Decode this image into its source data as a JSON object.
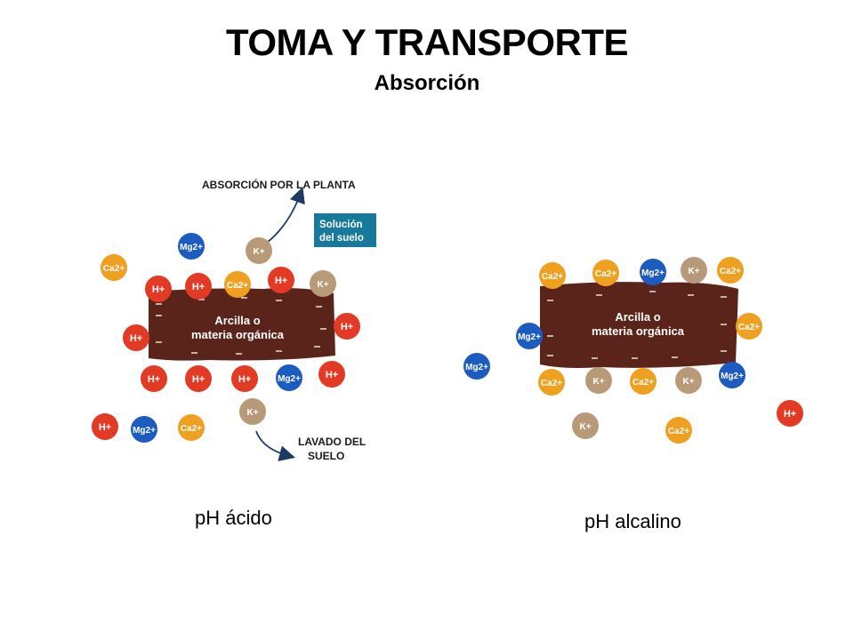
{
  "title": "TOMA Y TRANSPORTE",
  "subtitle": "Absorción",
  "colors": {
    "hydrogen": "#e23a24",
    "calcium": "#f0a020",
    "magnesium": "#1c5bbf",
    "potassium": "#b89a78",
    "clay": "#5a241a",
    "solution_box": "#17799c",
    "arrow": "#1d3a66"
  },
  "acid_panel": {
    "label_absorption": "ABSORCIÓN POR LA PLANTA",
    "solution_label_line1": "Solución",
    "solution_label_line2": "del suelo",
    "clay_line1": "Arcilla o",
    "clay_line2": "materia orgánica",
    "label_leaching_line1": "LAVADO DEL",
    "label_leaching_line2": "SUELO",
    "caption": "pH ácido",
    "ions": [
      "Ca2+",
      "Mg2+",
      "K+",
      "H+",
      "H+",
      "Ca2+",
      "H+",
      "K+",
      "H+",
      "H+",
      "H+",
      "H+",
      "H+",
      "Mg2+",
      "H+",
      "K+",
      "H+",
      "Mg2+",
      "Ca2+"
    ]
  },
  "alkaline_panel": {
    "clay_line1": "Arcilla o",
    "clay_line2": "materia orgánica",
    "caption": "pH alcalino",
    "ions": [
      "Ca2+",
      "Ca2+",
      "Mg2+",
      "K+",
      "Ca2+",
      "Mg2+",
      "Ca2+",
      "Mg2+",
      "Ca2+",
      "K+",
      "Ca2+",
      "K+",
      "Mg2+",
      "H+",
      "K+",
      "Ca2+"
    ]
  }
}
